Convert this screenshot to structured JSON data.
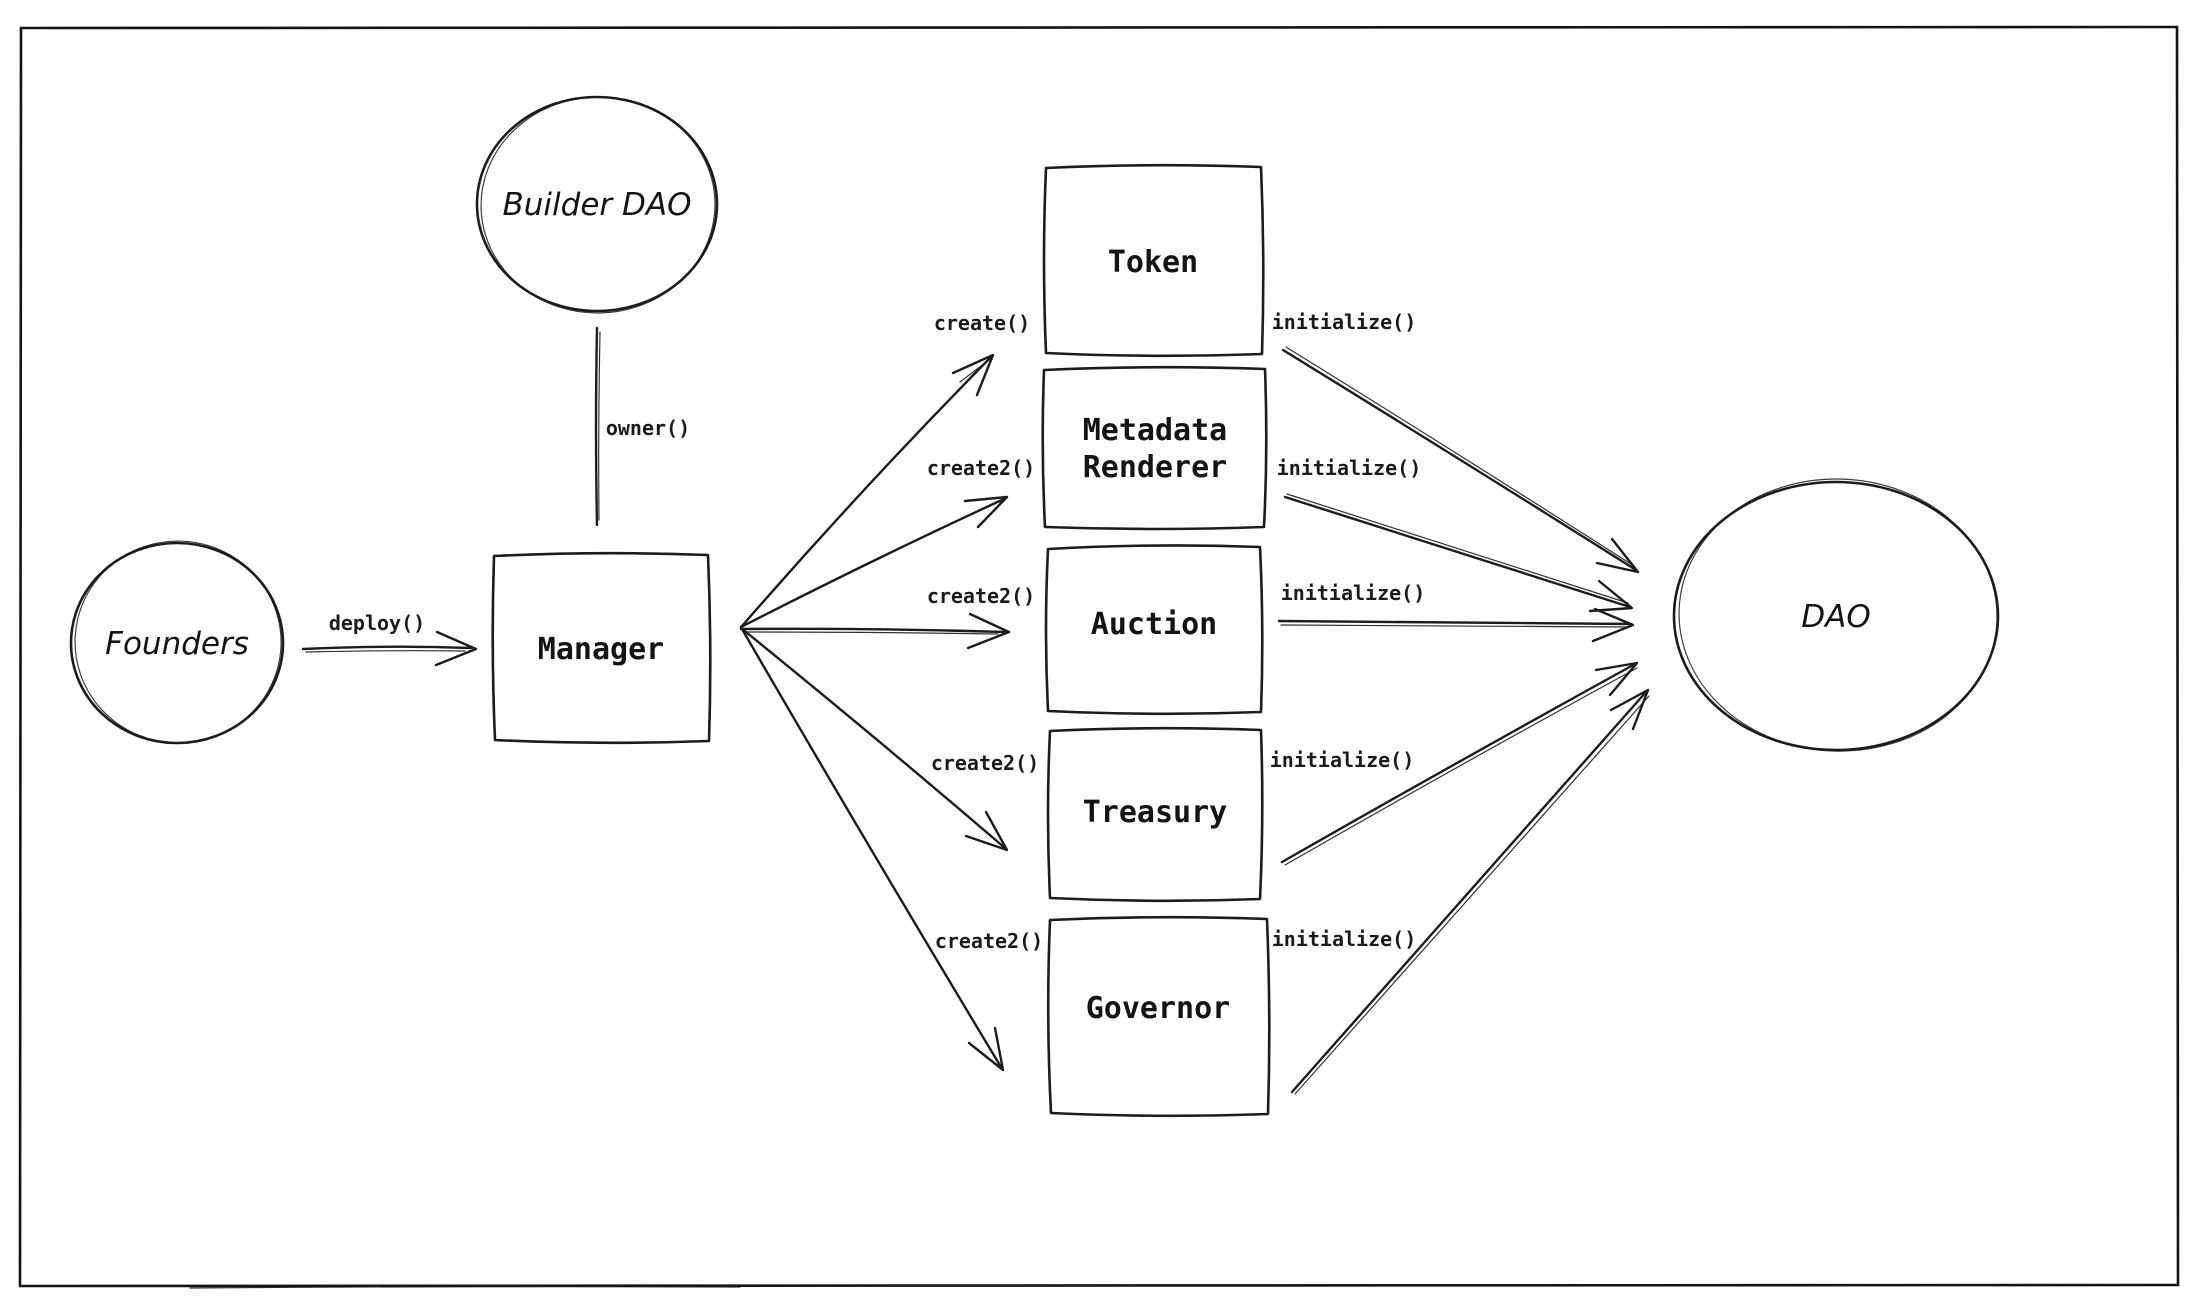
{
  "diagram": {
    "colors": {
      "stroke": "#1c1c1c",
      "background": "#ffffff"
    },
    "nodes": {
      "founders": {
        "label": "Founders",
        "shape": "ellipse"
      },
      "builder_dao": {
        "label": "Builder DAO",
        "shape": "ellipse"
      },
      "manager": {
        "label": "Manager",
        "shape": "rectangle"
      },
      "token": {
        "label": "Token",
        "shape": "rectangle"
      },
      "metadata_renderer": {
        "lines": [
          "Metadata",
          "Renderer"
        ],
        "shape": "rectangle"
      },
      "auction": {
        "label": "Auction",
        "shape": "rectangle"
      },
      "treasury": {
        "label": "Treasury",
        "shape": "rectangle"
      },
      "governor": {
        "label": "Governor",
        "shape": "rectangle"
      },
      "dao": {
        "label": "DAO",
        "shape": "ellipse"
      }
    },
    "edges": {
      "deploy": {
        "label": "deploy()",
        "from": "founders",
        "to": "manager"
      },
      "owner": {
        "label": "owner()",
        "from": "builder_dao",
        "to": "manager"
      },
      "create_token": {
        "label": "create()",
        "from": "manager",
        "to": "token"
      },
      "create2_metadata": {
        "label": "create2()",
        "from": "manager",
        "to": "metadata_renderer"
      },
      "create2_auction": {
        "label": "create2()",
        "from": "manager",
        "to": "auction"
      },
      "create2_treasury": {
        "label": "create2()",
        "from": "manager",
        "to": "treasury"
      },
      "create2_governor": {
        "label": "create2()",
        "from": "manager",
        "to": "governor"
      },
      "init_token": {
        "label": "initialize()",
        "from": "token",
        "to": "dao"
      },
      "init_metadata": {
        "label": "initialize()",
        "from": "metadata_renderer",
        "to": "dao"
      },
      "init_auction": {
        "label": "initialize()",
        "from": "auction",
        "to": "dao"
      },
      "init_treasury": {
        "label": "initialize()",
        "from": "treasury",
        "to": "dao"
      },
      "init_governor": {
        "label": "initialize()",
        "from": "governor",
        "to": "dao"
      }
    }
  }
}
